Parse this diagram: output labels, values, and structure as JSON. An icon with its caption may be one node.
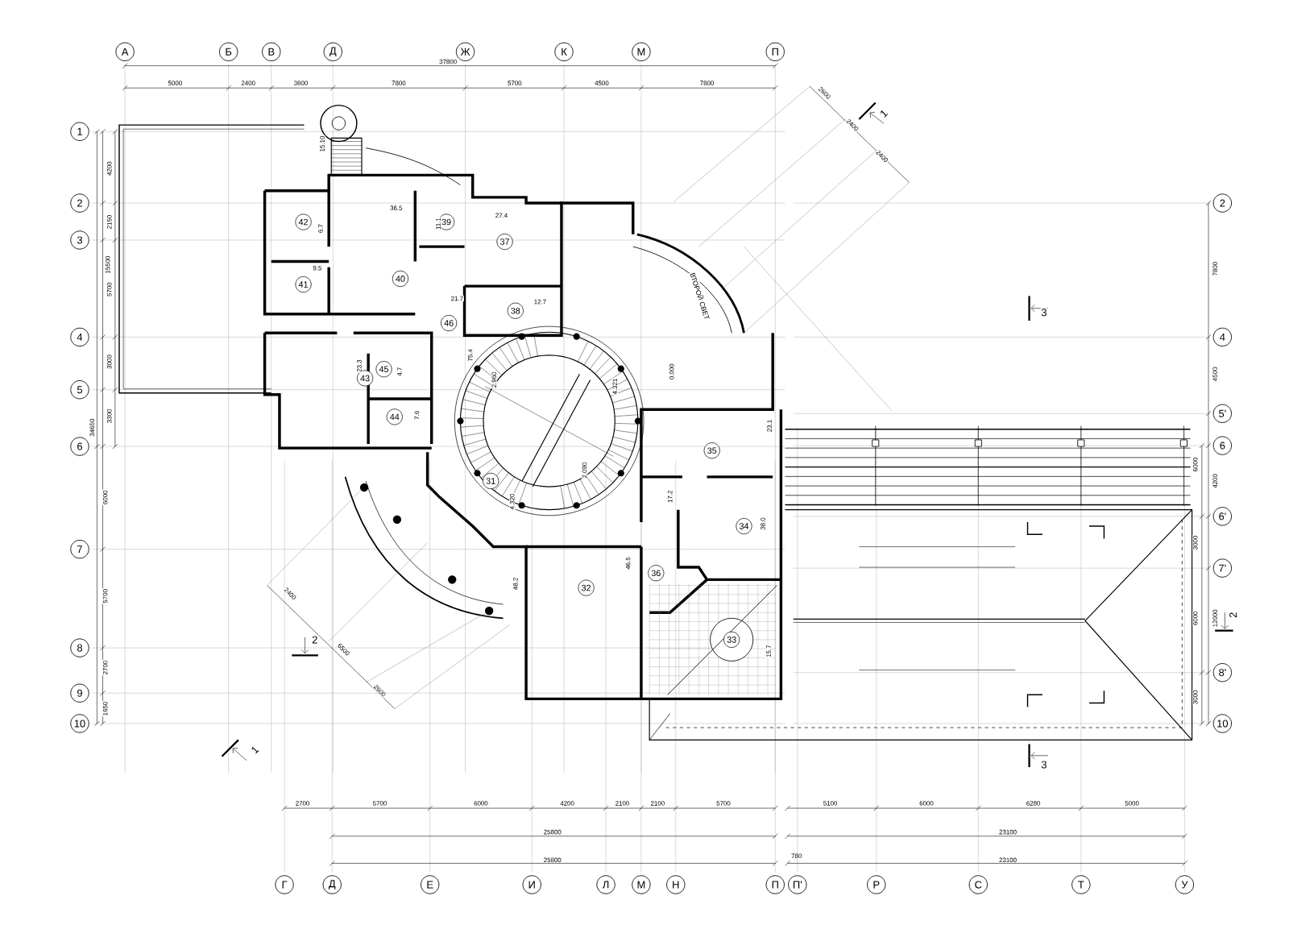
{
  "diagram": {
    "nodes": [
      {
        "text": [
          "А"
        ]
      },
      {
        "text": [
          "Б"
        ]
      },
      {
        "text": [
          "В"
        ]
      },
      {
        "text": [
          "Д"
        ]
      },
      {
        "text": [
          "Ж"
        ]
      },
      {
        "text": [
          "К"
        ]
      },
      {
        "text": [
          "М"
        ]
      },
      {
        "text": [
          "П"
        ]
      },
      {
        "text": [
          "1"
        ]
      },
      {
        "text": [
          "2"
        ]
      },
      {
        "text": [
          "3"
        ]
      },
      {
        "text": [
          "4"
        ]
      },
      {
        "text": [
          "5"
        ]
      },
      {
        "text": [
          "6"
        ]
      },
      {
        "text": [
          "7"
        ]
      },
      {
        "text": [
          "8"
        ]
      },
      {
        "text": [
          "9"
        ]
      },
      {
        "text": [
          "10"
        ]
      },
      {
        "text": [
          "2"
        ]
      },
      {
        "text": [
          "4"
        ]
      },
      {
        "text": [
          "5'"
        ]
      },
      {
        "text": [
          "6"
        ]
      },
      {
        "text": [
          "6'"
        ]
      },
      {
        "text": [
          "7'"
        ]
      },
      {
        "text": [
          "8'"
        ]
      },
      {
        "text": [
          "10"
        ]
      },
      {
        "text": [
          "31"
        ]
      },
      {
        "text": [
          "32"
        ]
      },
      {
        "text": [
          "33"
        ]
      },
      {
        "text": [
          "34"
        ]
      },
      {
        "text": [
          "35"
        ]
      },
      {
        "text": [
          "36"
        ]
      },
      {
        "text": [
          "37"
        ]
      },
      {
        "text": [
          "38"
        ]
      },
      {
        "text": [
          "39"
        ]
      },
      {
        "text": [
          "40"
        ]
      },
      {
        "text": [
          "41"
        ]
      },
      {
        "text": [
          "42"
        ]
      },
      {
        "text": [
          "43"
        ]
      },
      {
        "text": [
          "44"
        ]
      },
      {
        "text": [
          "45"
        ]
      },
      {
        "text": [
          "46"
        ]
      },
      {
        "text": [
          "Г"
        ]
      },
      {
        "text": [
          "Д"
        ]
      },
      {
        "text": [
          "Е"
        ]
      },
      {
        "text": [
          "И"
        ]
      },
      {
        "text": [
          "Л"
        ]
      },
      {
        "text": [
          "М"
        ]
      },
      {
        "text": [
          "Н"
        ]
      },
      {
        "text": [
          "П"
        ]
      },
      {
        "text": [
          "П'"
        ]
      },
      {
        "text": [
          "Р"
        ]
      },
      {
        "text": [
          "С"
        ]
      },
      {
        "text": [
          "Т"
        ]
      },
      {
        "text": [
          "У"
        ]
      }
    ],
    "labels": [
      "37800",
      "5000",
      "2400",
      "3600",
      "7800",
      "5700",
      "4500",
      "7800",
      "1",
      "2600",
      "2400",
      "2400",
      "15.10",
      "36.5",
      "11.1",
      "27.4",
      "6.7",
      "9.5",
      "12.7",
      "21.7",
      "ВТОРОЙ СВЕТ",
      "3",
      "4200",
      "2150",
      "15500",
      "5700",
      "3000",
      "3300",
      "34650",
      "6000",
      "5700",
      "2700",
      "1650",
      "7800",
      "4500",
      "6000",
      "4200",
      "3000",
      "6000",
      "12000",
      "3000",
      "75.4",
      "23.3",
      "4.7",
      "2.960",
      "4.321",
      "0.000",
      "7.6",
      "23.1",
      "2.090",
      "4.320",
      "17.2",
      "38.0",
      "46.5",
      "48.2",
      "15.7",
      "2400",
      "6500",
      "2600",
      "2",
      "2",
      "1",
      "3",
      "2700",
      "5700",
      "6000",
      "4200",
      "2100",
      "2100",
      "5700",
      "5100",
      "6000",
      "6280",
      "5000",
      "25800",
      "23100",
      "780",
      "25800",
      "23100"
    ]
  }
}
